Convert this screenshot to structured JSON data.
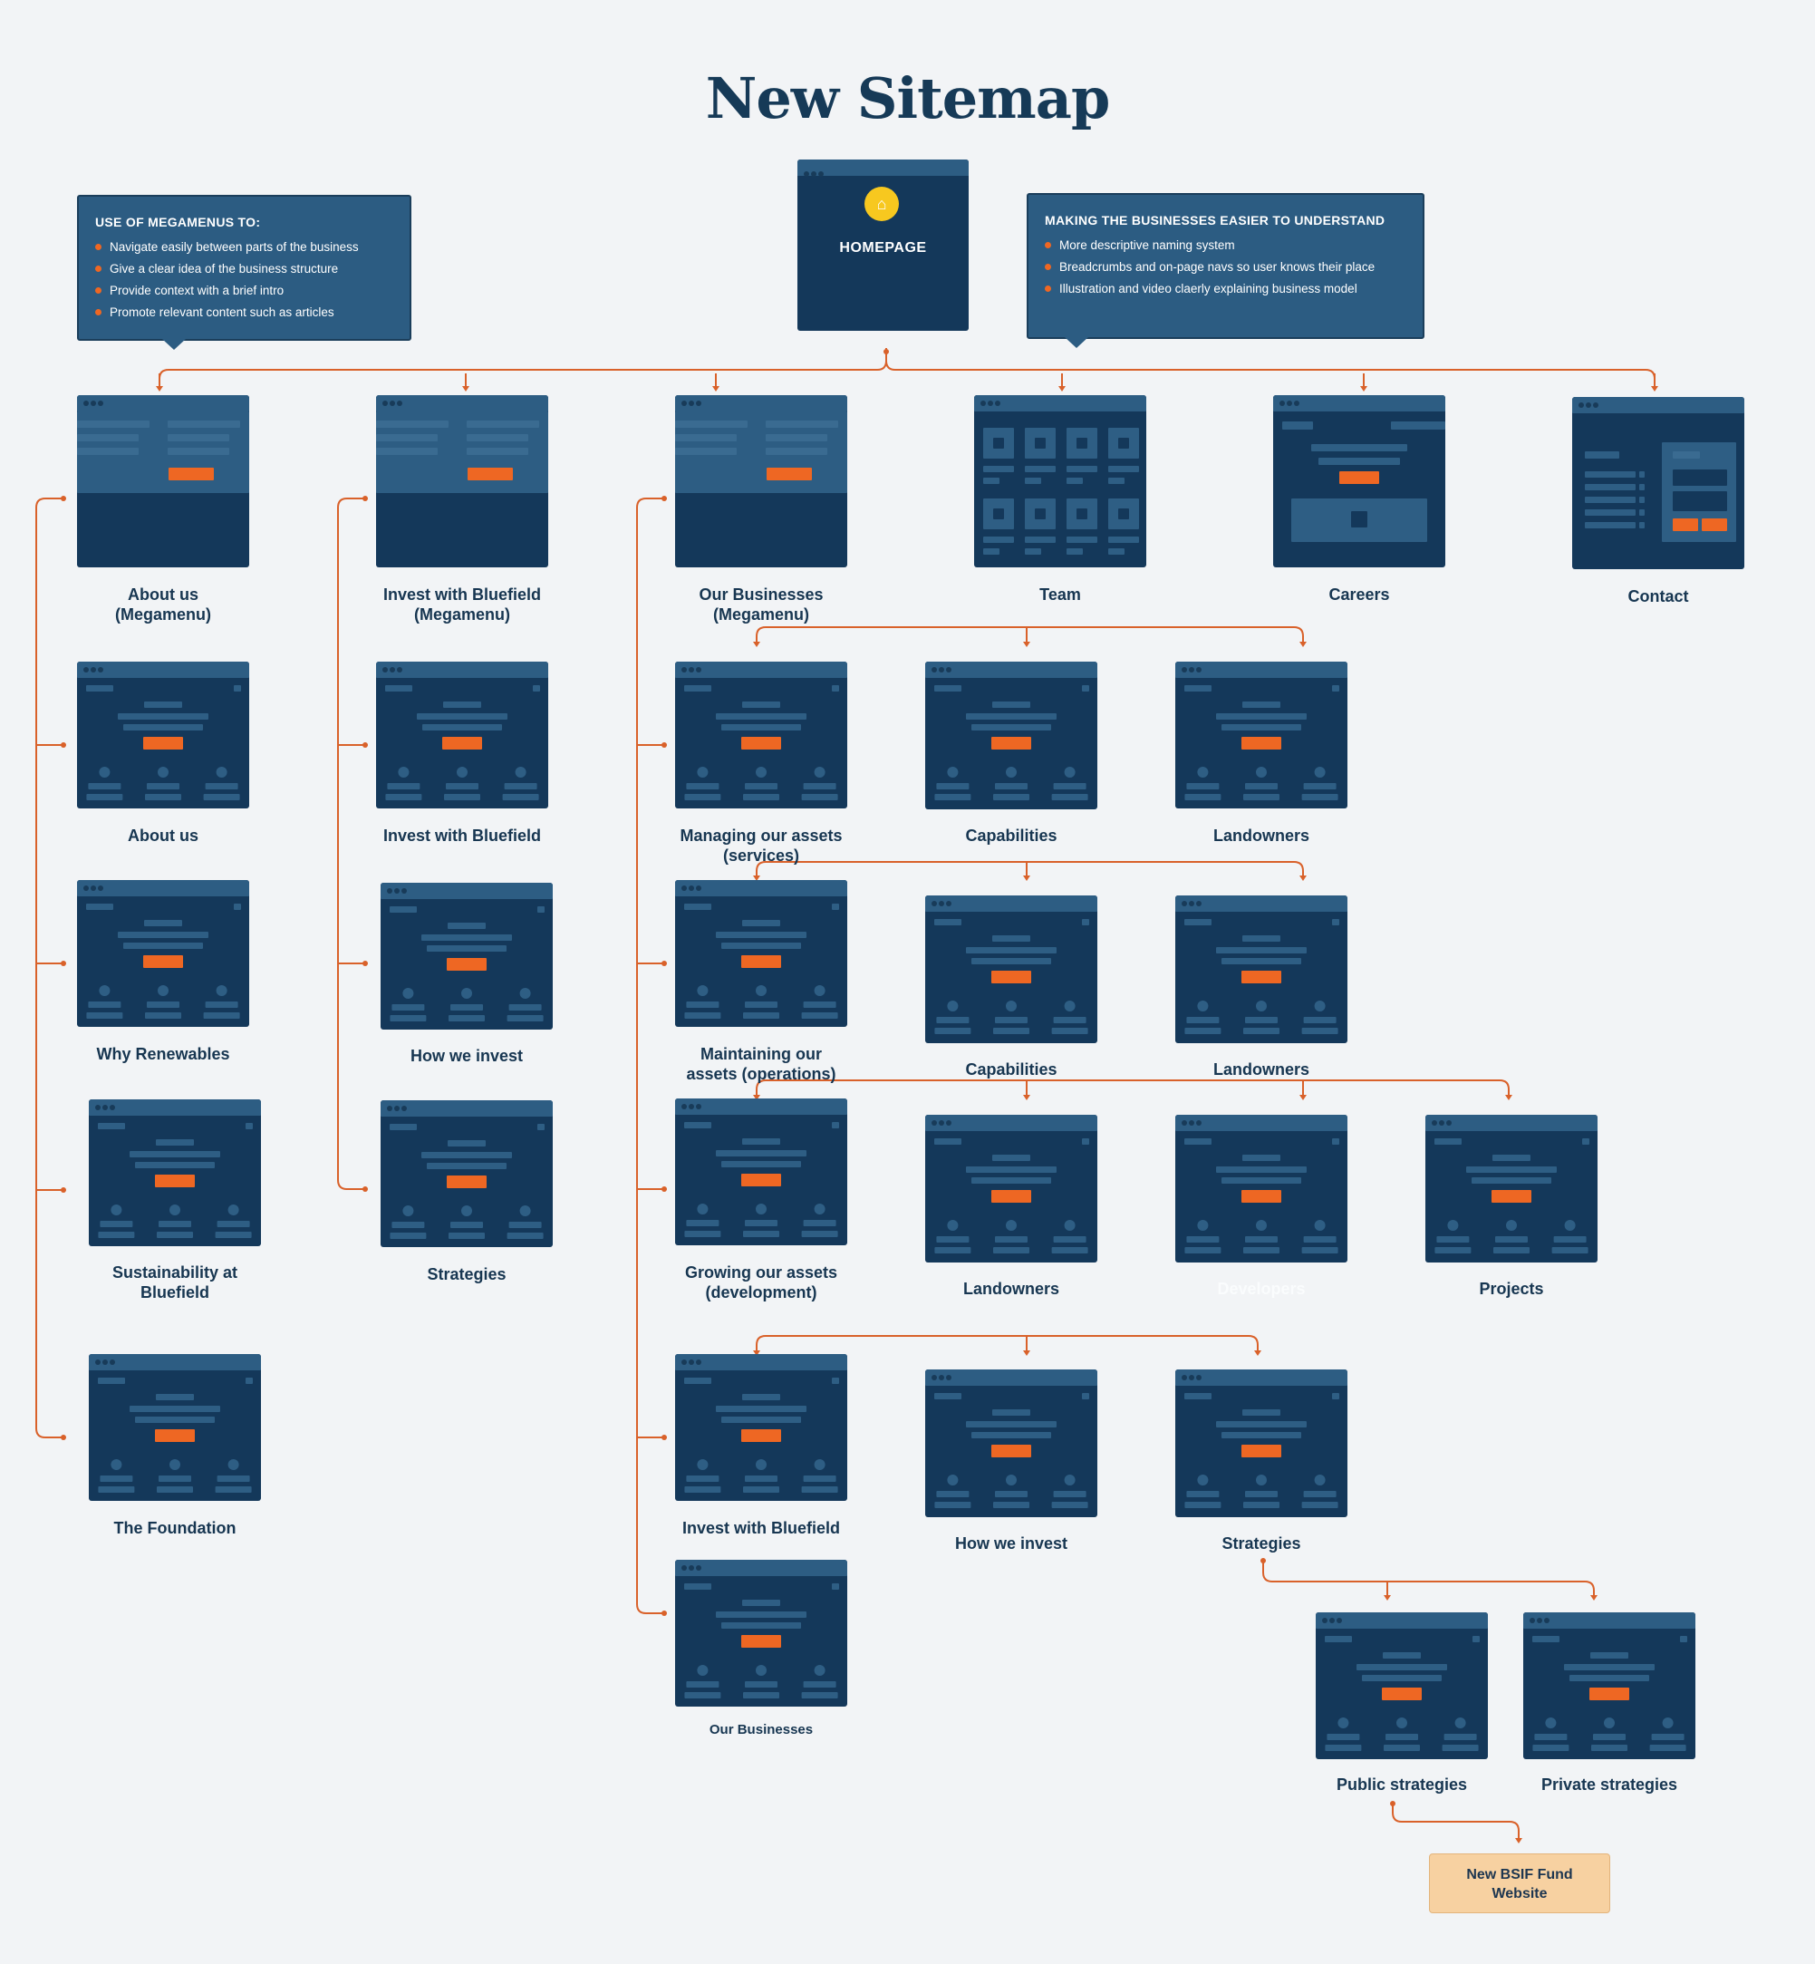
{
  "title": "New Sitemap",
  "colors": {
    "background": "#f2f4f6",
    "page_fill": "#14385a",
    "page_bar": "#2d5d83",
    "skeleton": "#2e5e84",
    "accent_button": "#ee6723",
    "connector": "#d9612a",
    "home_icon": "#f7c81f",
    "bsif_fill": "#f7d1a1"
  },
  "homepage": {
    "label": "HOMEPAGE",
    "icon": "home-icon"
  },
  "callouts": {
    "megamenus": {
      "title": "USE OF MEGAMENUS TO:",
      "items": [
        "Navigate easily between parts of the business",
        "Give a clear idea of the business structure",
        "Provide context with a brief intro",
        "Promote relevant content such as articles"
      ]
    },
    "businesses": {
      "title": "MAKING THE BUSINESSES EASIER TO UNDERSTAND",
      "items": [
        "More descriptive naming system",
        "Breadcrumbs and on-page navs so user knows their place",
        "Illustration and video claerly explaining business model"
      ]
    }
  },
  "pages": {
    "about_mega": {
      "line1": "About us",
      "line2": "(Megamenu)"
    },
    "invest_mega": {
      "line1": "Invest with Bluefield",
      "line2": "(Megamenu)"
    },
    "business_mega": {
      "line1": "Our Businesses",
      "line2": "(Megamenu)"
    },
    "team": {
      "line1": "Team"
    },
    "careers": {
      "line1": "Careers"
    },
    "contact": {
      "line1": "Contact"
    },
    "about_us": {
      "line1": "About us"
    },
    "why_renewables": {
      "line1": "Why Renewables"
    },
    "sustainability": {
      "line1": "Sustainability at",
      "line2": "Bluefield"
    },
    "foundation": {
      "line1": "The Foundation"
    },
    "invest": {
      "line1": "Invest with Bluefield"
    },
    "how_we_invest": {
      "line1": "How we invest"
    },
    "strategies": {
      "line1": "Strategies"
    },
    "managing": {
      "line1": "Managing our assets",
      "line2": "(services)"
    },
    "managing_capabilities": {
      "line1": "Capabilities"
    },
    "managing_landowners": {
      "line1": "Landowners"
    },
    "maintaining": {
      "line1": "Maintaining our",
      "line2": "assets (operations)"
    },
    "maintaining_capabilities": {
      "line1": "Capabilities"
    },
    "maintaining_landowners": {
      "line1": "Landowners"
    },
    "growing": {
      "line1": "Growing our assets",
      "line2": "(development)"
    },
    "growing_landowners": {
      "line1": "Landowners"
    },
    "growing_developers": {
      "line1": "Developers"
    },
    "growing_projects": {
      "line1": "Projects"
    },
    "biz_invest": {
      "line1": "Invest with Bluefield"
    },
    "biz_how_we_invest": {
      "line1": "How we invest"
    },
    "biz_strategies": {
      "line1": "Strategies"
    },
    "our_businesses": {
      "line1": "Our Businesses"
    },
    "public_strategies": {
      "line1": "Public strategies"
    },
    "private_strategies": {
      "line1": "Private strategies"
    }
  },
  "bsif": {
    "line1": "New BSIF Fund",
    "line2": "Website"
  }
}
